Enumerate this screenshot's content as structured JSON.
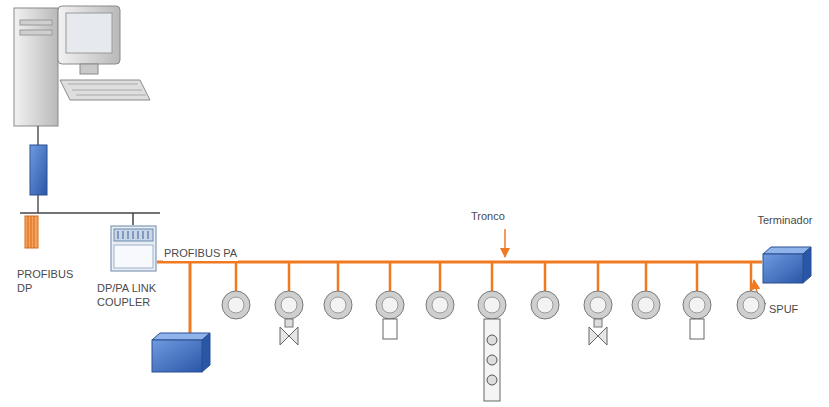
{
  "diagram": {
    "nodes": [
      {
        "text": [
          "DP/PA LINK COUPLER"
        ]
      },
      {
        "text": [
          "Terminador"
        ]
      }
    ],
    "edges": [
      {
        "from": 0,
        "to": 1,
        "arrow": "none",
        "label": "PROFIBUS PA"
      }
    ],
    "labels": [
      "PROFIBUS DP",
      "Tronco",
      "SPUF"
    ]
  }
}
